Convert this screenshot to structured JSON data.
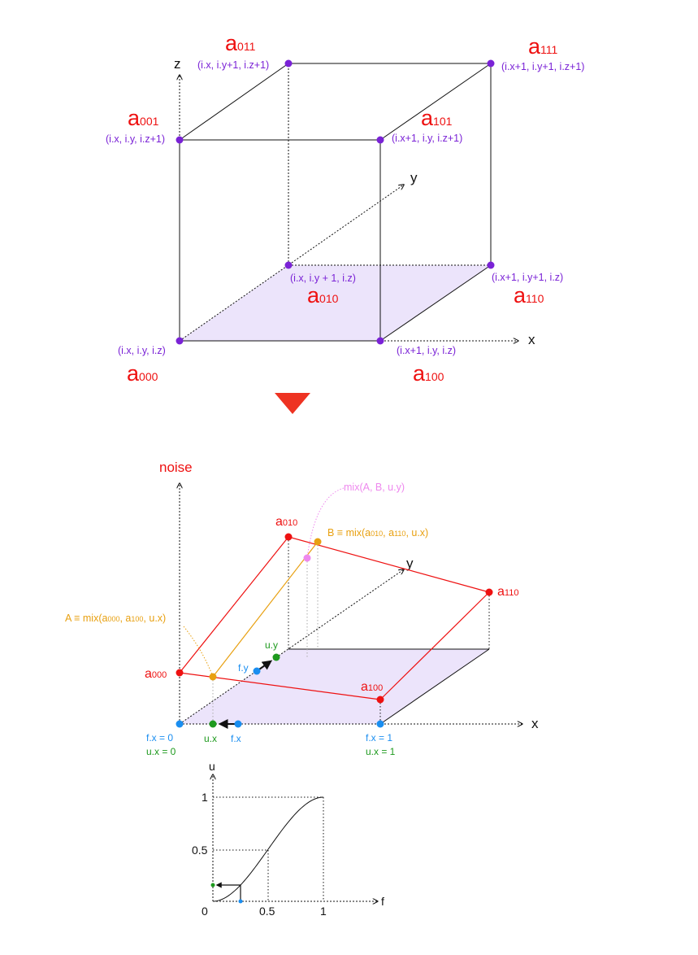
{
  "cube": {
    "axes": {
      "x": "x",
      "y": "y",
      "z": "z"
    },
    "corners": [
      {
        "id": "000",
        "prefix": "a",
        "sub": "000",
        "coord": "(i.x, i.y, i.z)"
      },
      {
        "id": "100",
        "prefix": "a",
        "sub": "100",
        "coord": "(i.x+1, i.y, i.z)"
      },
      {
        "id": "010",
        "prefix": "a",
        "sub": "010",
        "coord": "(i.x, i.y + 1, i.z)"
      },
      {
        "id": "110",
        "prefix": "a",
        "sub": "110",
        "coord": "(i.x+1, i.y+1, i.z)"
      },
      {
        "id": "001",
        "prefix": "a",
        "sub": "001",
        "coord": "(i.x, i.y, i.z+1)"
      },
      {
        "id": "101",
        "prefix": "a",
        "sub": "101",
        "coord": "(i.x+1, i.y, i.z+1)"
      },
      {
        "id": "011",
        "prefix": "a",
        "sub": "011",
        "coord": "(i.x, i.y+1, i.z+1)"
      },
      {
        "id": "111",
        "prefix": "a",
        "sub": "111",
        "coord": "(i.x+1, i.y+1, i.z+1)"
      }
    ]
  },
  "noise": {
    "axis_label": "noise",
    "axes": {
      "x": "x",
      "y": "y"
    },
    "corners": [
      {
        "prefix": "a",
        "sub": "000"
      },
      {
        "prefix": "a",
        "sub": "100"
      },
      {
        "prefix": "a",
        "sub": "010"
      },
      {
        "prefix": "a",
        "sub": "110"
      }
    ],
    "label_A": {
      "pre": "A ≡ mix(a",
      "s1": "000",
      "mid": ", a",
      "s2": "100",
      "post": ", u.x)"
    },
    "label_B": {
      "pre": "B ≡ mix(a",
      "s1": "010",
      "mid": ", a",
      "s2": "110",
      "post": ", u.x)"
    },
    "label_mix": "mix(A, B, u.y)",
    "fx0": "f.x = 0",
    "ux0": "u.x = 0",
    "fx1": "f.x = 1",
    "ux1": "u.x = 1",
    "ux": "u.x",
    "fx": "f.x",
    "fy": "f.y",
    "uy": "u.y"
  },
  "colors": {
    "corner_point": "#7a22d6",
    "label_red": "#ee1111",
    "floor_fill": "#ece4fb",
    "arrow": "#ee3322",
    "orange": "#e8a010",
    "pink": "#ee88ee",
    "blue": "#1a8ef0",
    "green": "#1e9a1e"
  },
  "curve": {
    "axis_x": "f",
    "axis_y": "u",
    "x_ticks": [
      "0",
      "0.5",
      "1"
    ],
    "y_ticks": [
      "0.5",
      "1"
    ],
    "function": "smoothstep u = 3f² − 2f³",
    "sample_f": 0.25
  }
}
